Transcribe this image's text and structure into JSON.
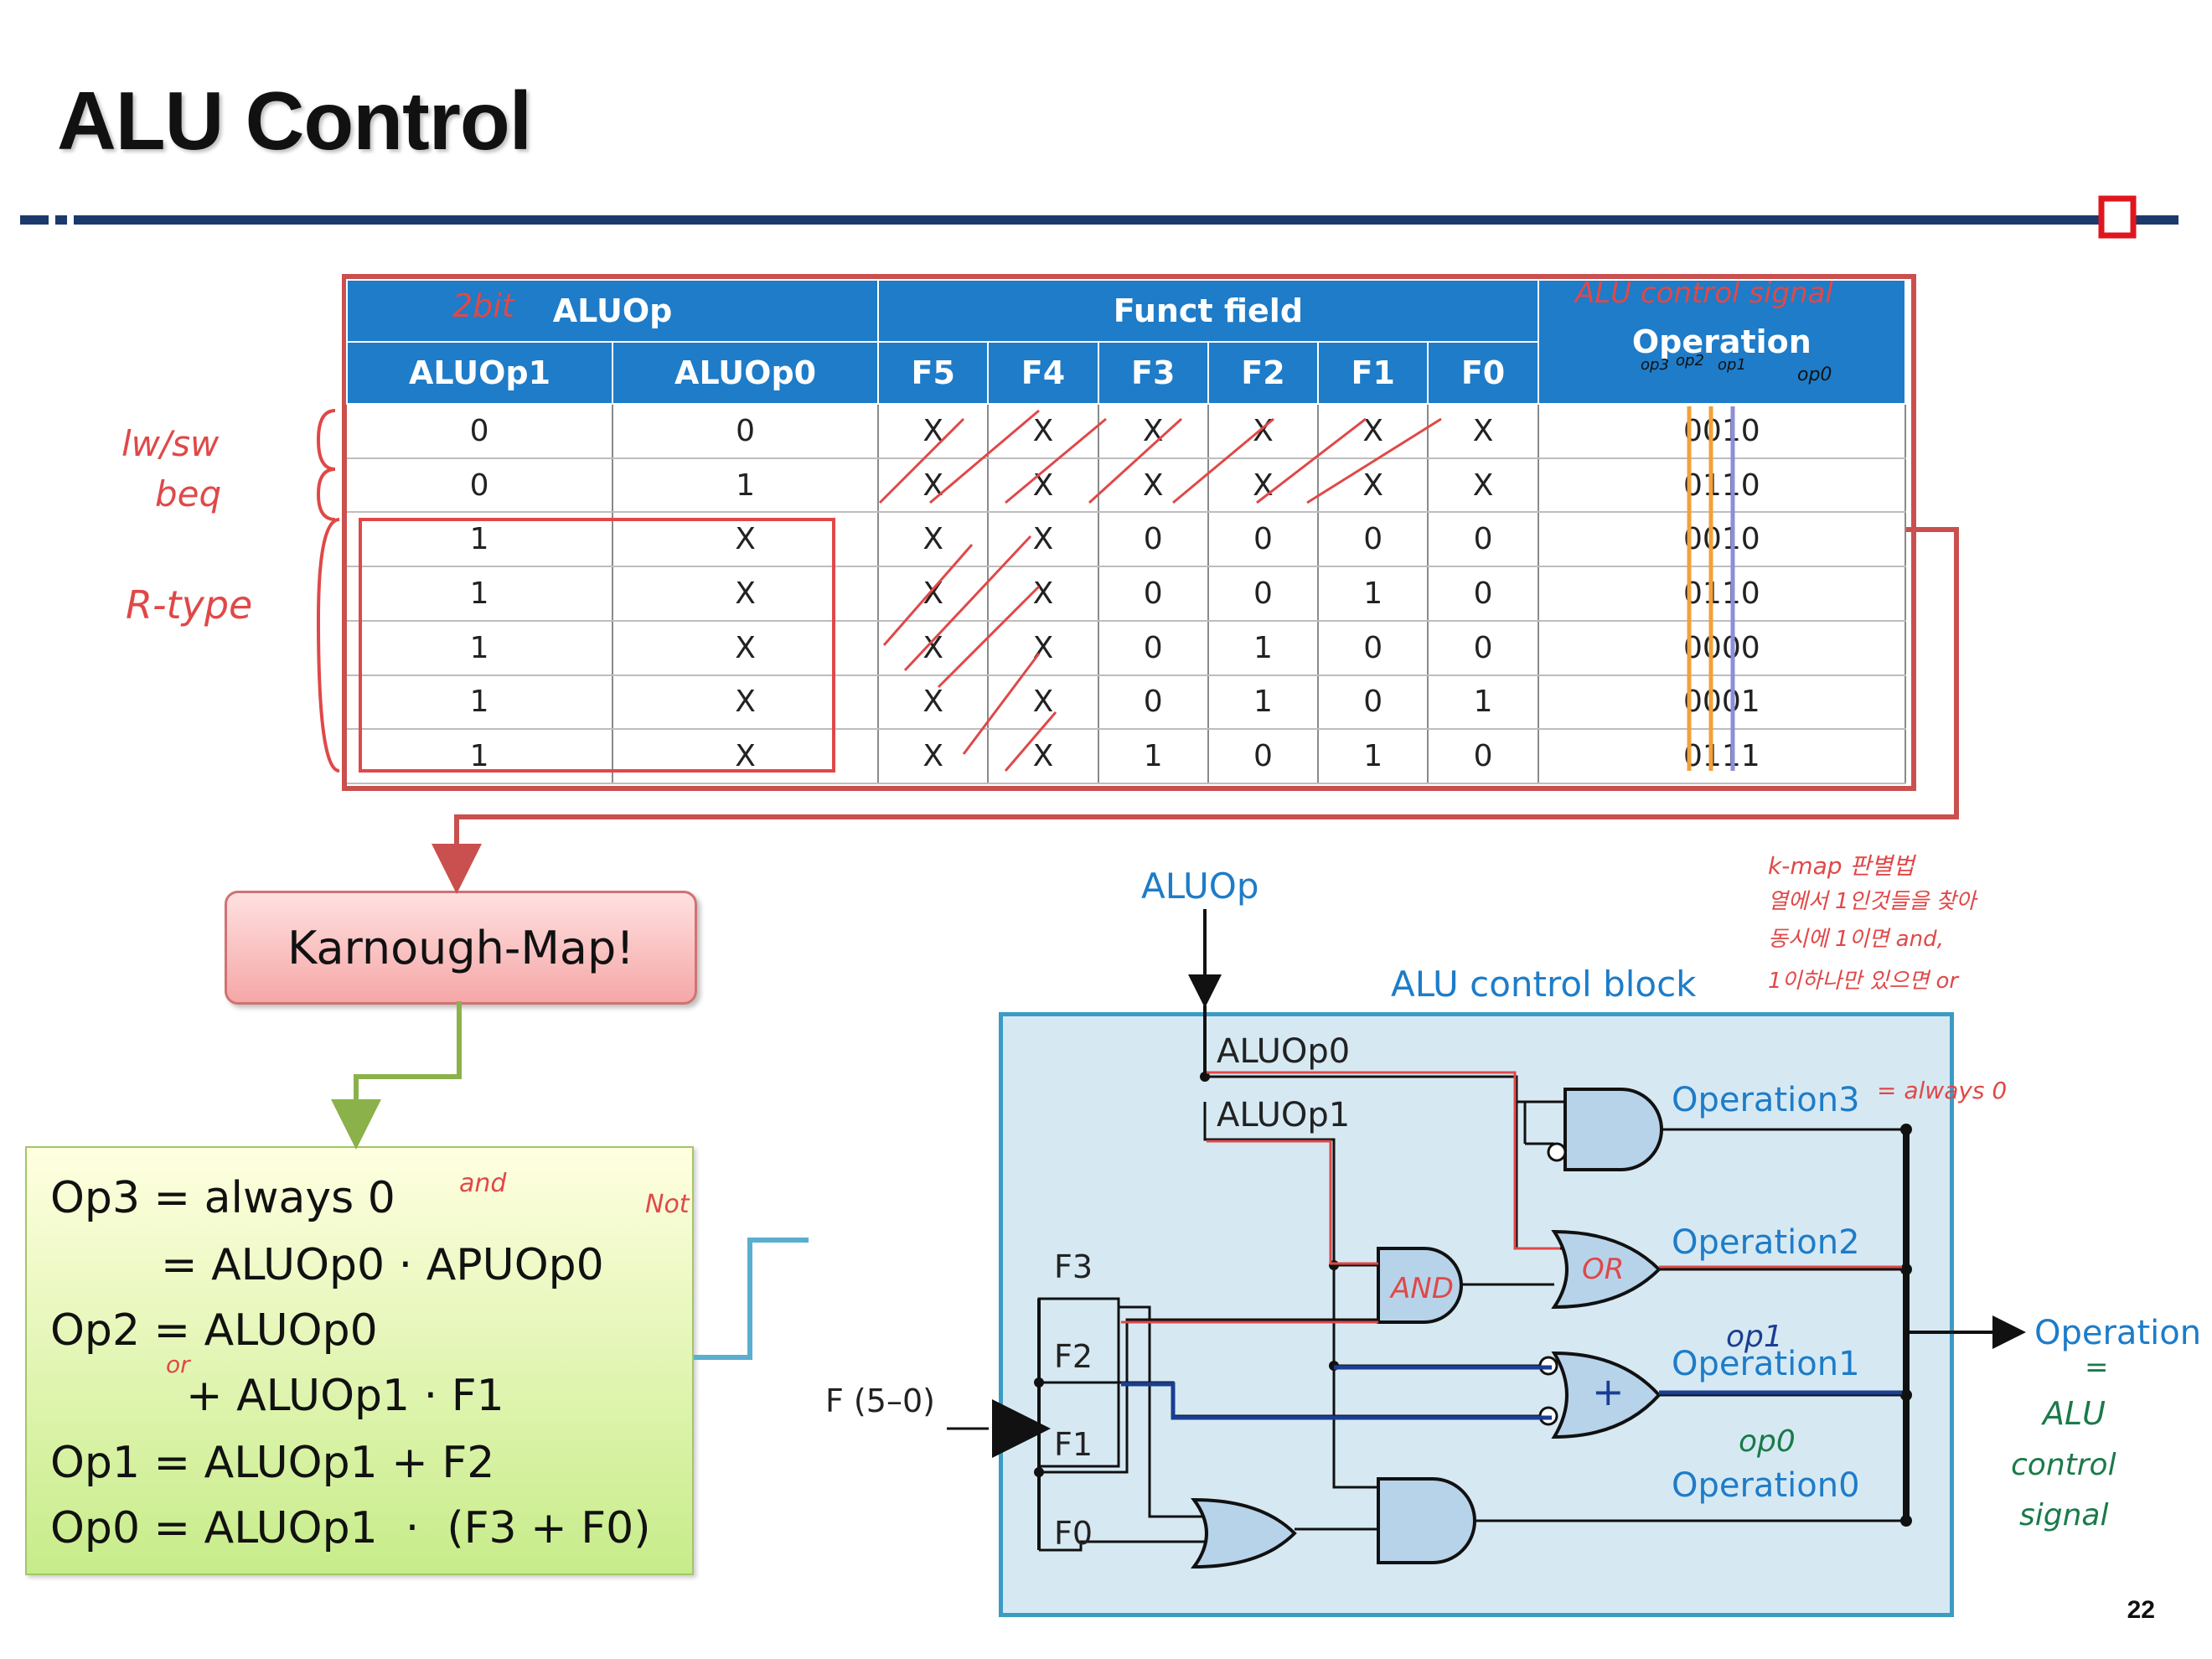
{
  "slide": {
    "title": "ALU Control",
    "page_number": "22"
  },
  "table": {
    "group_headers": {
      "aluop": "ALUOp",
      "funct": "Funct field",
      "operation": "Operation"
    },
    "columns": [
      "ALUOp1",
      "ALUOp0",
      "F5",
      "F4",
      "F3",
      "F2",
      "F1",
      "F0"
    ],
    "rows": [
      [
        "0",
        "0",
        "X",
        "X",
        "X",
        "X",
        "X",
        "X",
        "0010"
      ],
      [
        "0",
        "1",
        "X",
        "X",
        "X",
        "X",
        "X",
        "X",
        "0110"
      ],
      [
        "1",
        "X",
        "X",
        "X",
        "0",
        "0",
        "0",
        "0",
        "0010"
      ],
      [
        "1",
        "X",
        "X",
        "X",
        "0",
        "0",
        "1",
        "0",
        "0110"
      ],
      [
        "1",
        "X",
        "X",
        "X",
        "0",
        "1",
        "0",
        "0",
        "0000"
      ],
      [
        "1",
        "X",
        "X",
        "X",
        "0",
        "1",
        "0",
        "1",
        "0001"
      ],
      [
        "1",
        "X",
        "X",
        "X",
        "1",
        "0",
        "1",
        "0",
        "0111"
      ]
    ]
  },
  "annotations": {
    "two_bit": "2bit",
    "alu_control_signal": "ALU control signal",
    "op_bits": [
      "op3",
      "op2",
      "op1",
      "op0"
    ],
    "lw_sw": "lw/sw",
    "beq": "beq",
    "r_type": "R-type",
    "kmap_note": [
      "k-map 판별법",
      "열에서 1인것들을 찾아",
      "동시에 1이면 and,",
      "1이하나만 있으면 or"
    ],
    "always_zero": "= always 0",
    "and_note": "and",
    "not_note": "Not",
    "or_note": "or",
    "op1_note": "op1",
    "op0_note": "op0",
    "gate_and": "AND",
    "gate_or": "OR",
    "alu_signal": [
      "=",
      "ALU",
      "control",
      "signal"
    ]
  },
  "kmap_label": "Karnough-Map!",
  "equations": {
    "line1": "Op3 = always 0",
    "line2": "= ALUOp0 · APUOp0",
    "line3": "Op2 = ALUOp0",
    "line4": "+ ALUOp1 · F1",
    "line5": "Op1 = ALUOp1 + F2",
    "line6": "Op0 = ALUOp1  ·  (F3 + F0)"
  },
  "diagram": {
    "aluop_label": "ALUOp",
    "block_title": "ALU control block",
    "in_aluop0": "ALUOp0",
    "in_aluop1": "ALUOp1",
    "funct_label": "F (5–0)",
    "f_inputs": [
      "F3",
      "F2",
      "F1",
      "F0"
    ],
    "outputs": [
      "Operation3",
      "Operation2",
      "Operation1",
      "Operation0"
    ],
    "operation_out": "Operation"
  }
}
